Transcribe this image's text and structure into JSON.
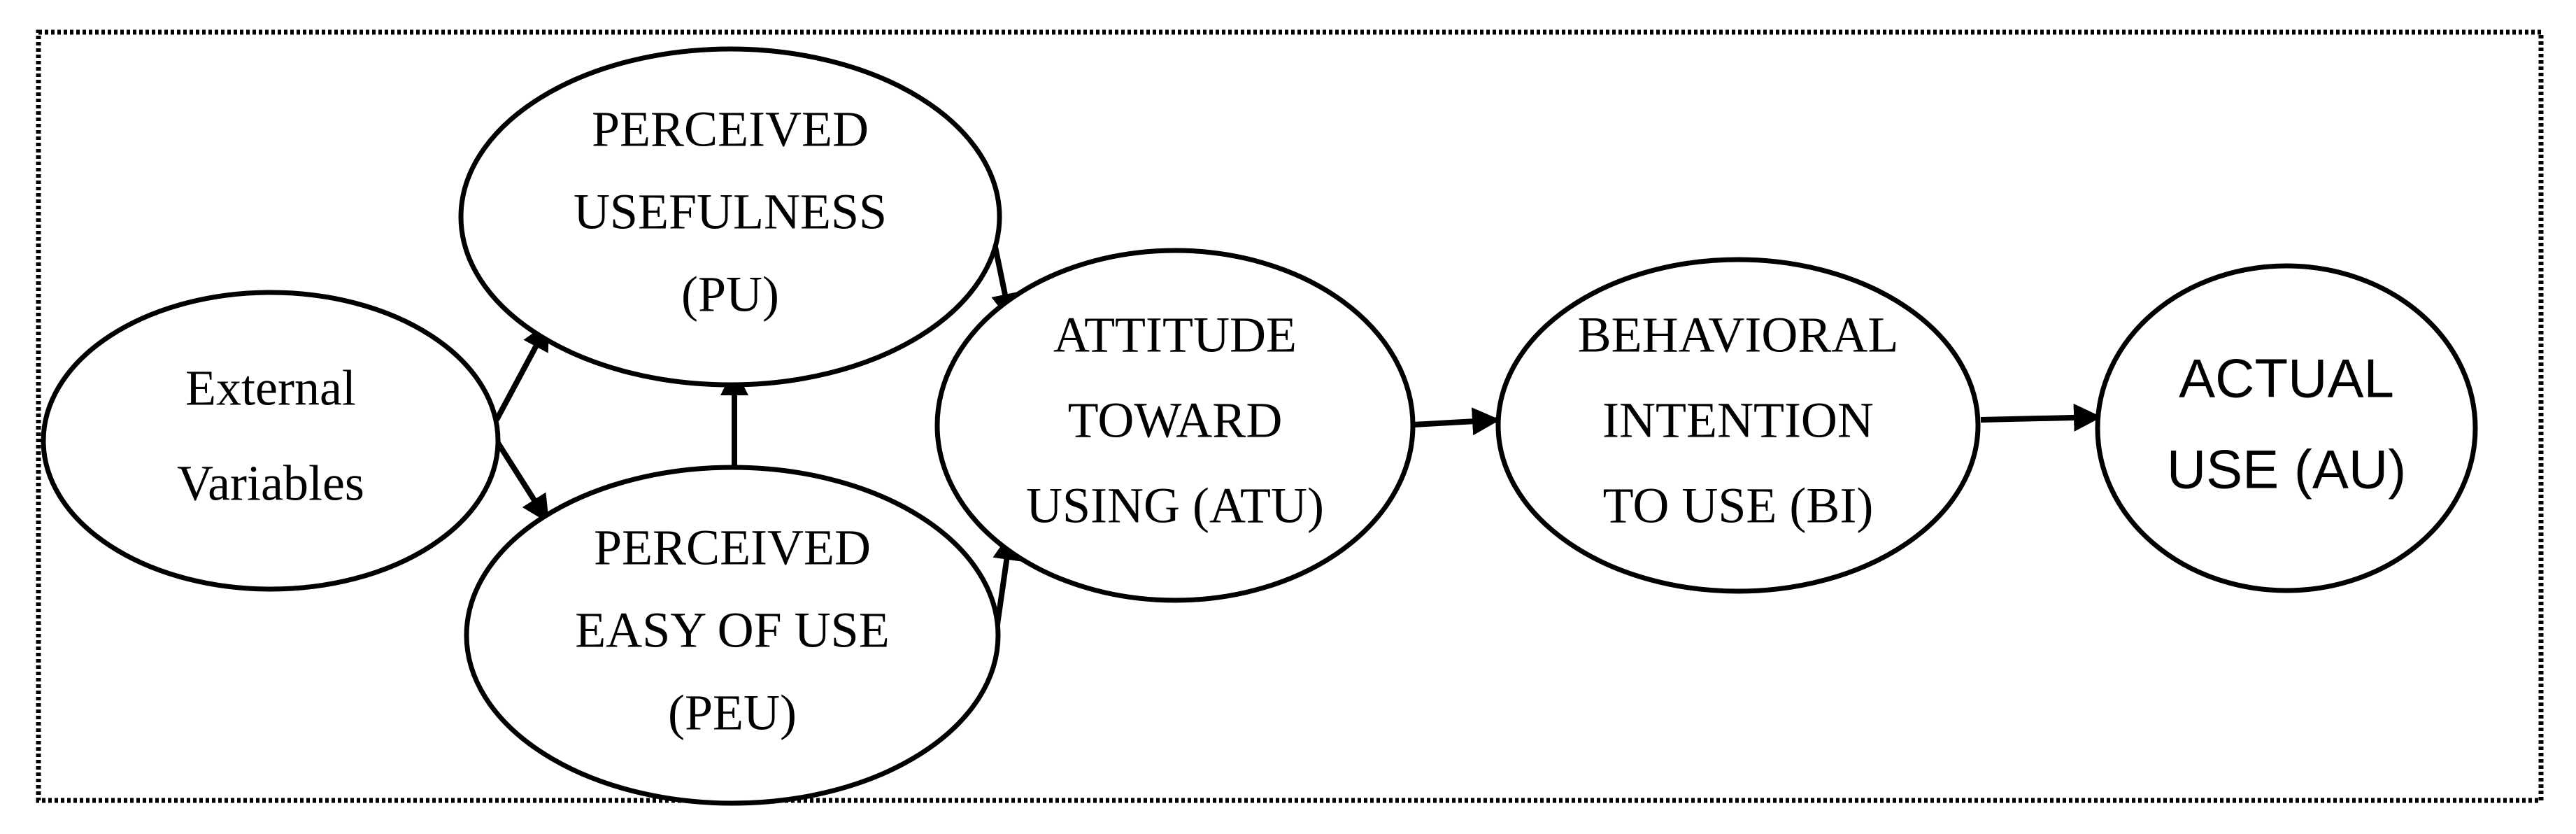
{
  "diagram": {
    "nodes": [
      {
        "id": "ext",
        "name": "node-external-variables",
        "lines": [
          "External",
          "Variables"
        ],
        "font": "serif"
      },
      {
        "id": "pu",
        "name": "node-perceived-usefulness",
        "lines": [
          "PERCEIVED",
          "USEFULNESS",
          "(PU)"
        ],
        "font": "serif"
      },
      {
        "id": "peu",
        "name": "node-perceived-easy-of-use",
        "lines": [
          "PERCEIVED",
          "EASY OF USE",
          "(PEU)"
        ],
        "font": "serif"
      },
      {
        "id": "atu",
        "name": "node-attitude-toward-using",
        "lines": [
          "ATTITUDE",
          "TOWARD",
          "USING (ATU)"
        ],
        "font": "serif"
      },
      {
        "id": "bi",
        "name": "node-behavioral-intention",
        "lines": [
          "BEHAVIORAL",
          "INTENTION",
          "TO USE (BI)"
        ],
        "font": "serif"
      },
      {
        "id": "au",
        "name": "node-actual-use",
        "lines": [
          "ACTUAL",
          "USE (AU)"
        ],
        "font": "sans"
      }
    ],
    "edges": [
      {
        "from": "ext",
        "to": "pu"
      },
      {
        "from": "ext",
        "to": "peu"
      },
      {
        "from": "peu",
        "to": "pu"
      },
      {
        "from": "pu",
        "to": "atu"
      },
      {
        "from": "peu",
        "to": "atu"
      },
      {
        "from": "atu",
        "to": "bi"
      },
      {
        "from": "bi",
        "to": "au"
      }
    ]
  }
}
